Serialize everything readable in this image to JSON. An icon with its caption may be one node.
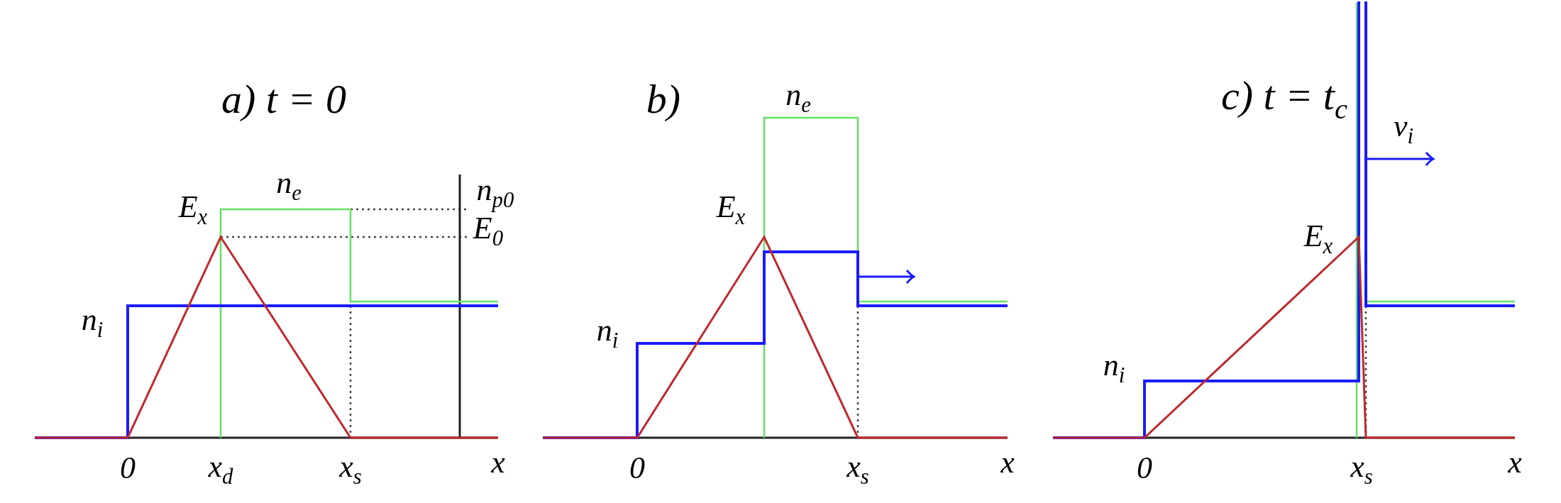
{
  "diagram": {
    "labels": [
      "a) t = 0",
      "n$_{e}$",
      "n$_{p0}$",
      "E$_{x}$",
      "E$_{0}$",
      "n$_{i}$",
      "0",
      "x$_{d}$",
      "x$_{s}$",
      "x",
      "b)",
      "n$_{e}$",
      "E$_{x}$",
      "n$_{i}$",
      "0",
      "x$_{s}$",
      "x",
      "c) t = t$_{c}$",
      "v$_{i}$",
      "E$_{x}$",
      "n$_{i}$",
      "0",
      "x$_{s}$",
      "x"
    ]
  }
}
